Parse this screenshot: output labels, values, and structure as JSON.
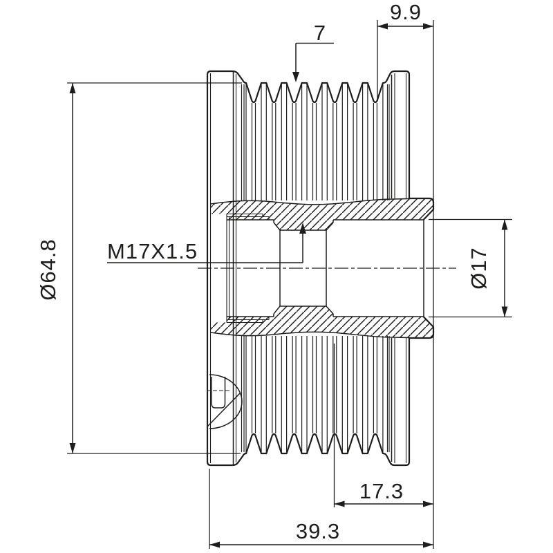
{
  "page": {
    "background": "#ffffff",
    "line_color": "#1d1d1b",
    "description": "Cross-section engineering drawing of an overrunning alternator pulley"
  },
  "drawing": {
    "labels": {
      "rib_count": "7",
      "hub_protrusion_width": "9.9",
      "outer_diameter": "Ø64.8",
      "thread_spec": "M17X1.5",
      "bore_diameter": "Ø17",
      "bore_depth": "17.3",
      "total_width": "39.3"
    }
  }
}
